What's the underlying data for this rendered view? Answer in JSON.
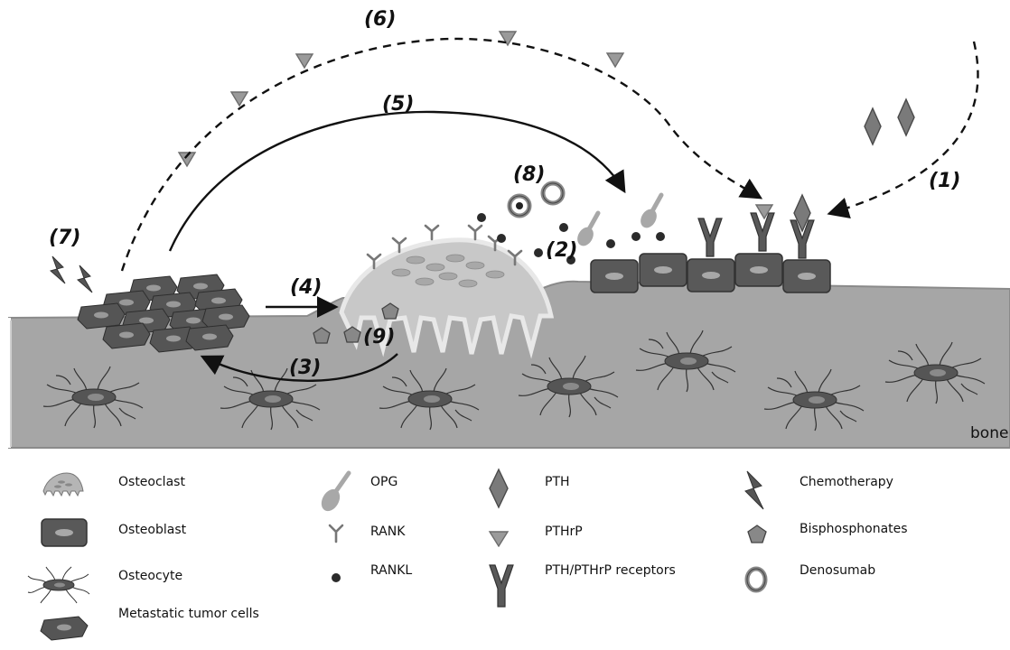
{
  "steps": {
    "s1": "(1)",
    "s2": "(2)",
    "s3": "(3)",
    "s4": "(4)",
    "s5": "(5)",
    "s6": "(6)",
    "s7": "(7)",
    "s8": "(8)",
    "s9": "(9)"
  },
  "bone_label": "bone",
  "legend": {
    "osteoclast": "Osteoclast",
    "osteoblast": "Osteoblast",
    "osteocyte": "Osteocyte",
    "tumor_cells": "Metastatic tumor cells",
    "opg": "OPG",
    "rank": "RANK",
    "rankl": "RANKL",
    "pth": "PTH",
    "pthrp": "PTHrP",
    "receptors": "PTH/PTHrP receptors",
    "chemotherapy": "Chemotherapy",
    "bisphosphonates": "Bisphosphonates",
    "denosumab": "Denosumab"
  },
  "colors": {
    "bone": "#a6a6a6",
    "cell_dark": "#595959",
    "cell_mid": "#7f7f7f",
    "nucleus": "#a0a0a0",
    "pthrp": "#9a9a9a",
    "osteoclast": "#c8c8c8"
  }
}
